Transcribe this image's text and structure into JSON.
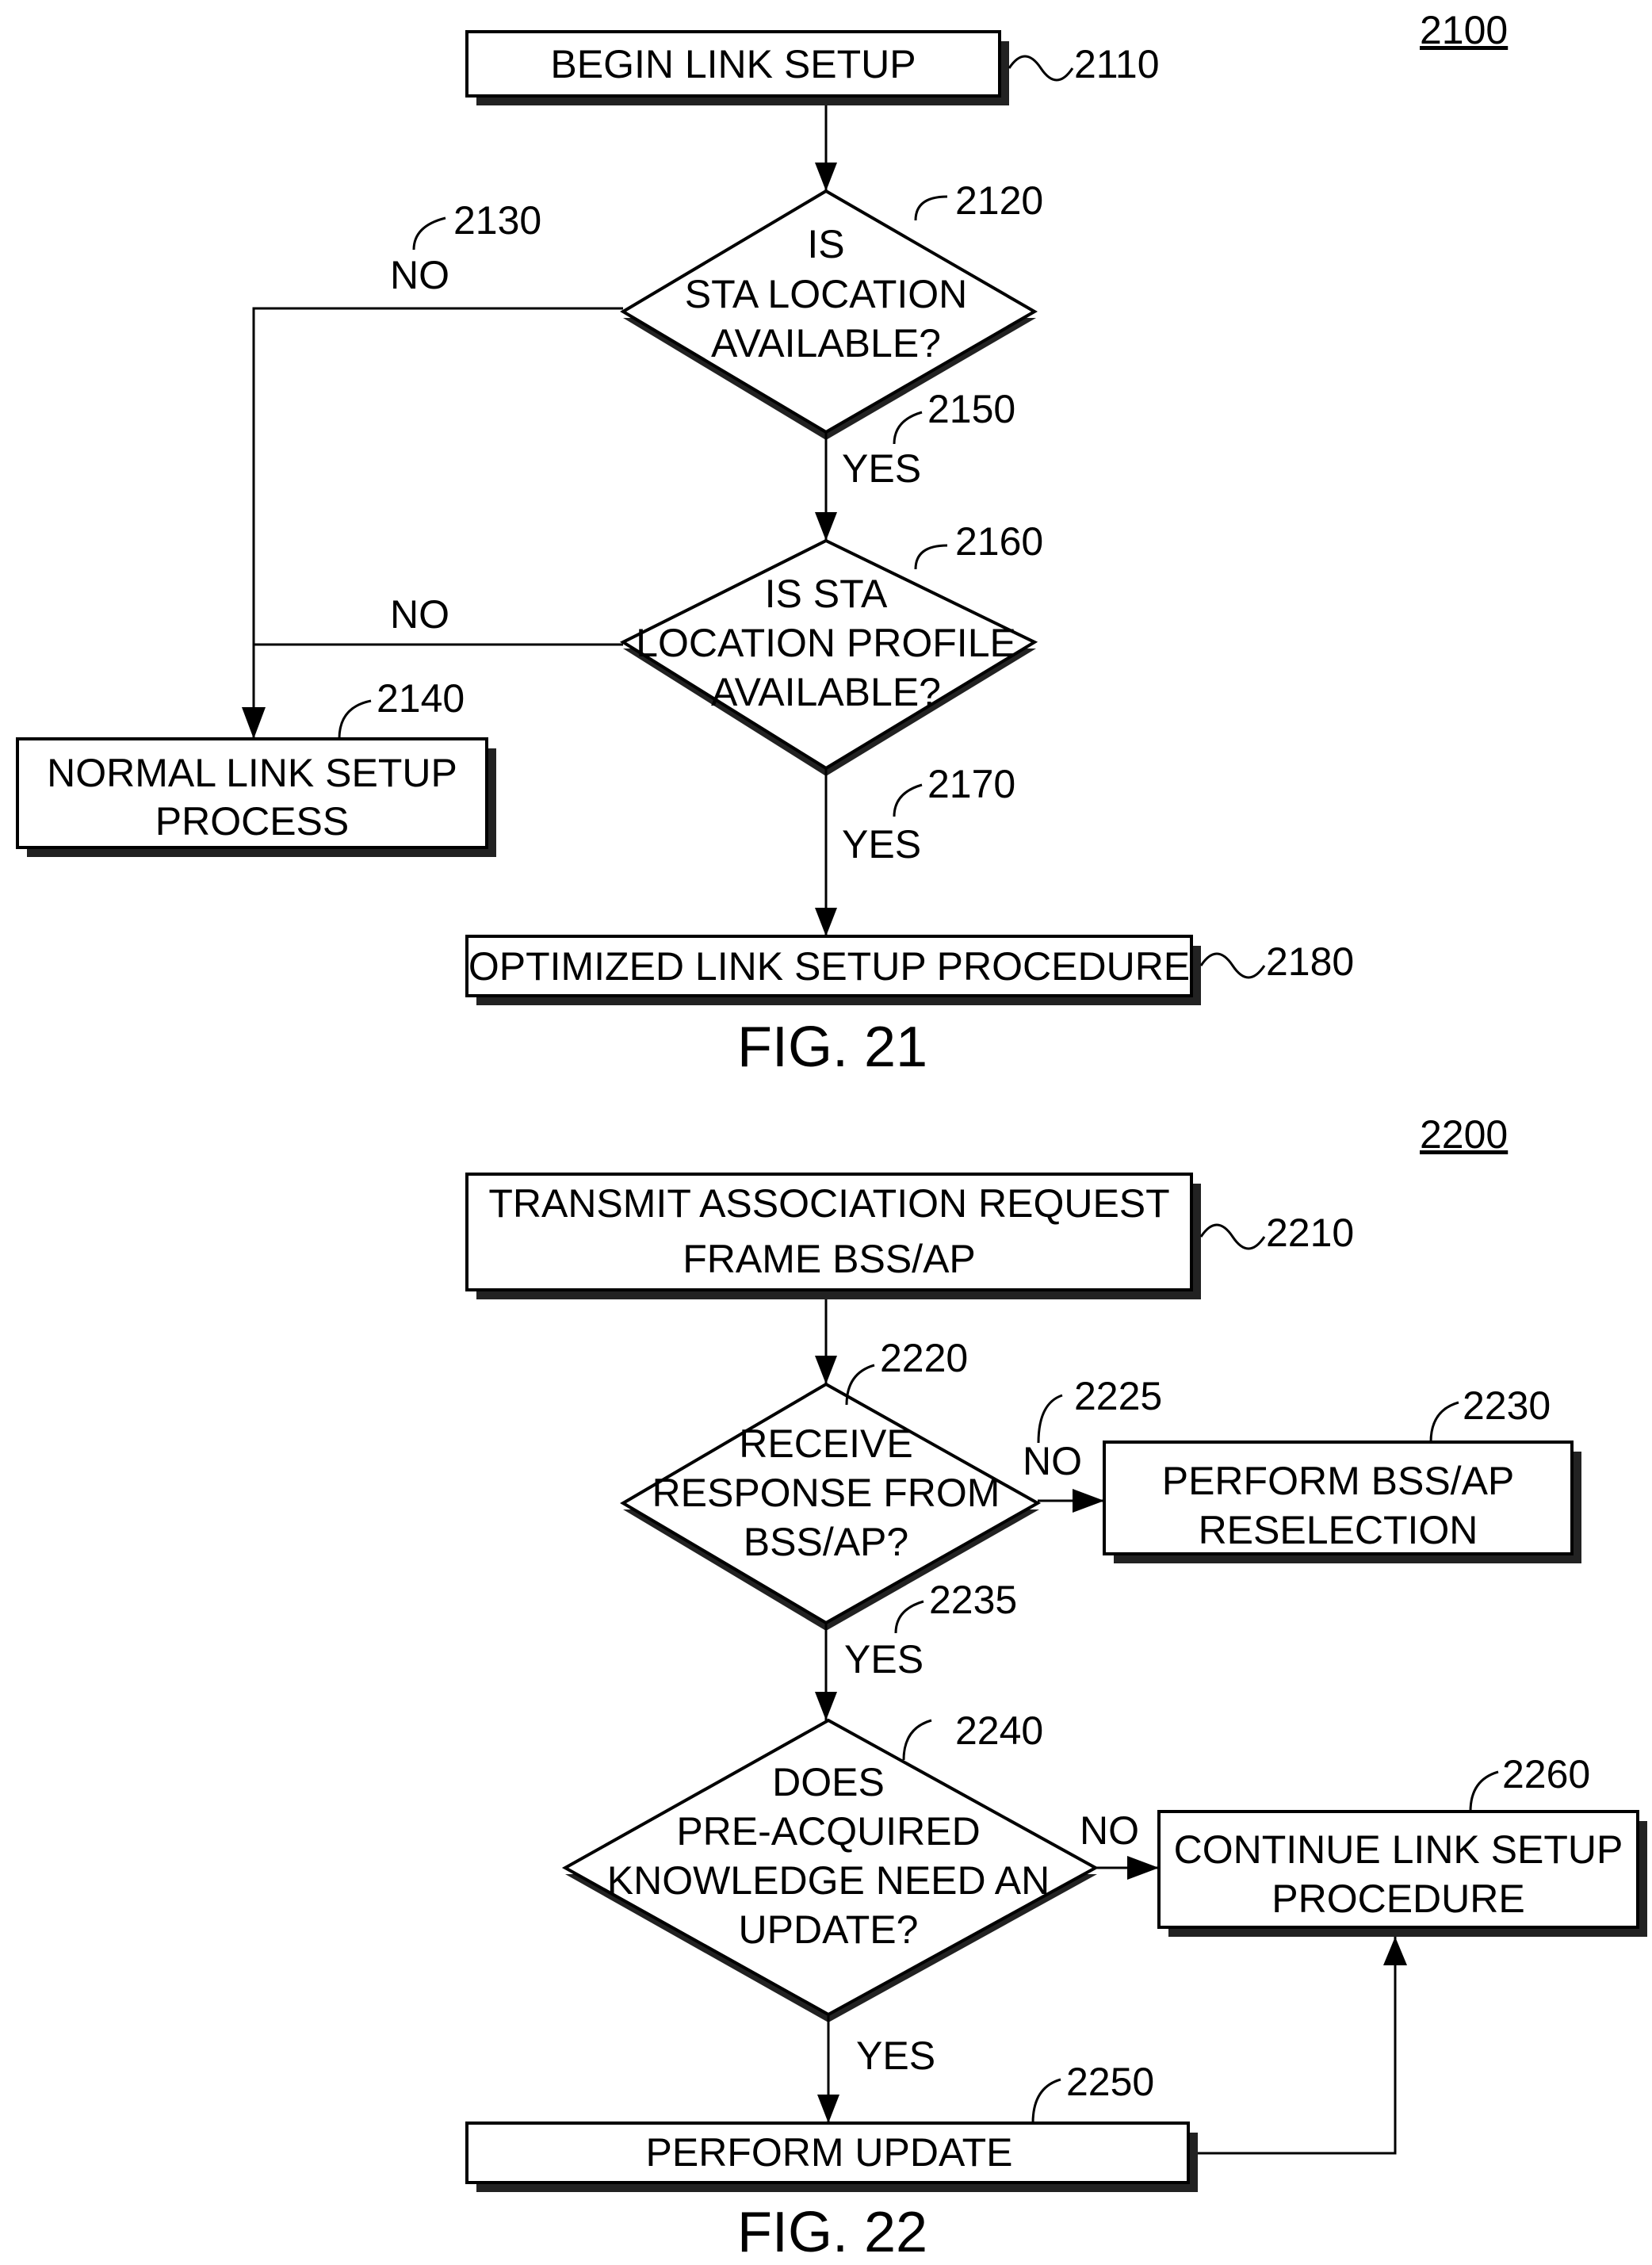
{
  "figures": [
    {
      "id": "fig21",
      "caption": "FIG. 21",
      "ref": "2100",
      "nodes": {
        "begin": {
          "ref": "2110",
          "lines": [
            "BEGIN LINK SETUP"
          ]
        },
        "d1": {
          "ref": "2120",
          "lines": [
            "IS",
            "STA LOCATION",
            "AVAILABLE?"
          ]
        },
        "d2": {
          "ref": "2160",
          "lines": [
            "IS STA",
            "LOCATION PROFILE",
            "AVAILABLE?"
          ]
        },
        "normal": {
          "ref": "2140",
          "lines": [
            "NORMAL LINK SETUP",
            "PROCESS"
          ]
        },
        "optimized": {
          "ref": "2180",
          "lines": [
            "OPTIMIZED LINK SETUP PROCEDURE"
          ]
        }
      },
      "edges": {
        "d1_no": {
          "label": "NO",
          "ref": "2130"
        },
        "d1_yes": {
          "label": "YES",
          "ref": "2150"
        },
        "d2_no": {
          "label": "NO"
        },
        "d2_yes": {
          "label": "YES",
          "ref": "2170"
        }
      }
    },
    {
      "id": "fig22",
      "caption": "FIG. 22",
      "ref": "2200",
      "nodes": {
        "transmit": {
          "ref": "2210",
          "lines": [
            "TRANSMIT ASSOCIATION REQUEST",
            "FRAME BSS/AP"
          ]
        },
        "d1": {
          "ref": "2220",
          "lines": [
            "RECEIVE",
            "RESPONSE FROM",
            "BSS/AP?"
          ]
        },
        "reselect": {
          "ref": "2230",
          "lines": [
            "PERFORM BSS/AP",
            "RESELECTION"
          ]
        },
        "d2": {
          "ref": "2240",
          "lines": [
            "DOES",
            "PRE-ACQUIRED",
            "KNOWLEDGE NEED AN",
            "UPDATE?"
          ]
        },
        "cont": {
          "ref": "2260",
          "lines": [
            "CONTINUE LINK SETUP",
            "PROCEDURE"
          ]
        },
        "update": {
          "ref": "2250",
          "lines": [
            "PERFORM UPDATE"
          ]
        }
      },
      "edges": {
        "d1_no": {
          "label": "NO",
          "ref": "2225"
        },
        "d1_yes": {
          "label": "YES",
          "ref": "2235"
        },
        "d2_no": {
          "label": "NO"
        },
        "d2_yes": {
          "label": "YES"
        }
      }
    }
  ]
}
